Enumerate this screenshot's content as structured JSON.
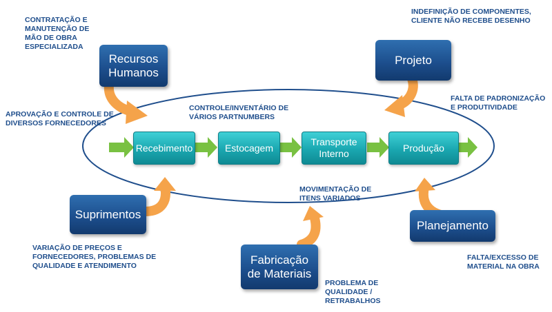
{
  "colors": {
    "ellipse": "#1f4e8c",
    "notes": "#1f4e8c",
    "dark_box": "#1d4f8e",
    "step_box": "#1aa7b0",
    "green_arrow": "#79c142",
    "orange_arrow": "#f5a34a"
  },
  "actors": {
    "recursos_humanos": "Recursos\nHumanos",
    "projeto": "Projeto",
    "suprimentos": "Suprimentos",
    "fabricacao": "Fabricação\nde Materiais",
    "planejamento": "Planejamento"
  },
  "steps": {
    "recebimento": "Recebimento",
    "estocagem": "Estocagem",
    "transporte": "Transporte\nInterno",
    "producao": "Produção"
  },
  "notes": {
    "contratacao": "CONTRATAÇÃO E\nMANUTENÇÃO DE\nMÃO DE OBRA\nESPECIALIZADA",
    "indefinicao": "INDEFINIÇÃO DE COMPONENTES,\nCLIENTE NÃO RECEBE DESENHO",
    "aprovacao": "APROVAÇÃO E CONTROLE DE\nDIVERSOS FORNECEDORES",
    "controle": "CONTROLE/INVENTÁRIO DE\nVÁRIOS PARTNUMBERS",
    "padronizacao": "FALTA DE PADRONIZAÇÃO\nE PRODUTIVIDADE",
    "movimentacao": "MOVIMENTAÇÃO DE\nITENS VARIADOS",
    "variacao": "VARIAÇÃO DE PREÇOS E\nFORNECEDORES, PROBLEMAS DE\nQUALIDADE E ATENDIMENTO",
    "falta_excesso": "FALTA/EXCESSO DE\nMATERIAL NA OBRA",
    "problema": "PROBLEMA DE\nQUALIDADE /\nRETRABALHOS"
  }
}
